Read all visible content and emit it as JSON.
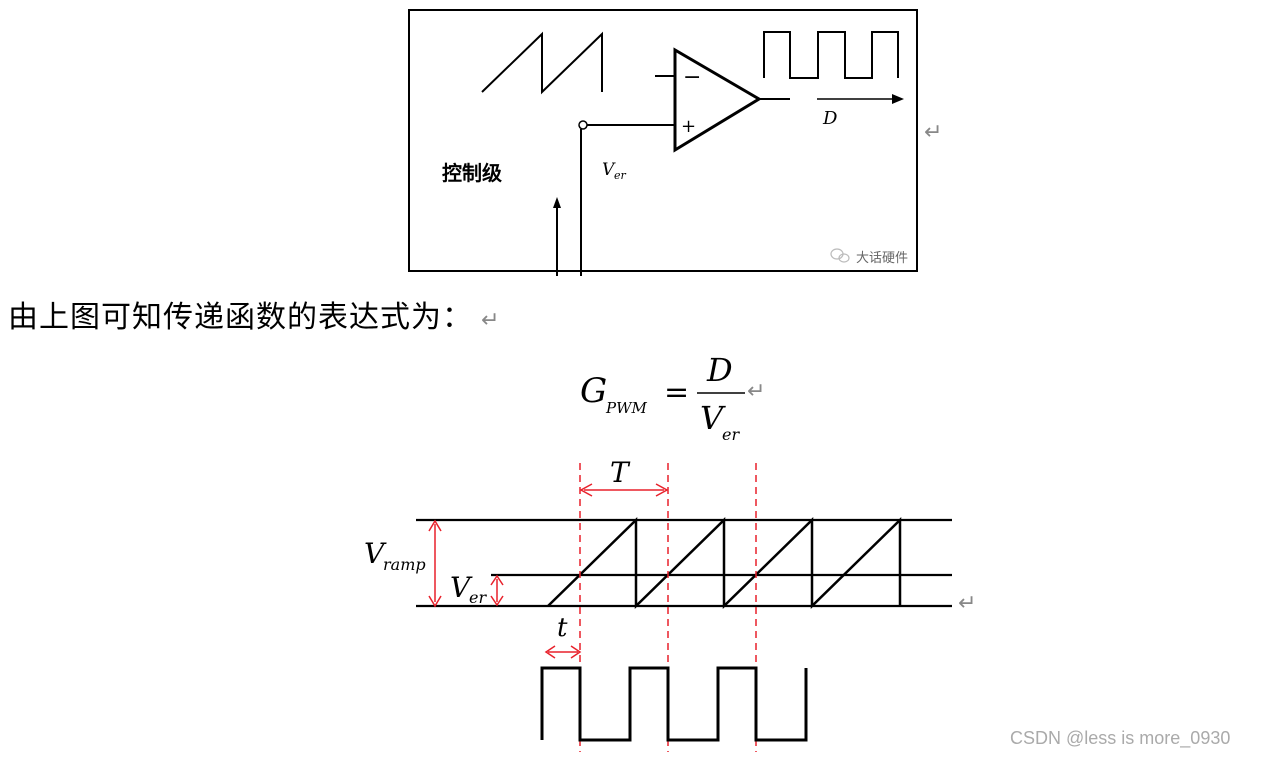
{
  "figure1": {
    "control_label": "控制级",
    "minus_sign": "−",
    "plus_sign": "+",
    "output_label": "D",
    "input_label_main": "V",
    "input_label_sub": "er",
    "watermark": "大话硬件"
  },
  "paragraph_mark": "↵",
  "body_text": "由上图可知传递函数的表达式为：",
  "formula": {
    "lhs_main": "G",
    "lhs_sub": "PWM",
    "equals": "=",
    "numerator": "D",
    "denominator_main": "V",
    "denominator_sub": "er"
  },
  "figure2": {
    "period_label": "T",
    "ramp_label_main": "V",
    "ramp_label_sub": "ramp",
    "ver_label_main": "V",
    "ver_label_sub": "er",
    "time_label": "t"
  },
  "footer": {
    "watermark": "CSDN @less is more_0930"
  },
  "colors": {
    "ink": "#000000",
    "annotation_red": "#e8212b",
    "para_mark_gray": "#888888",
    "watermark_gray": "#aaaaaa"
  }
}
